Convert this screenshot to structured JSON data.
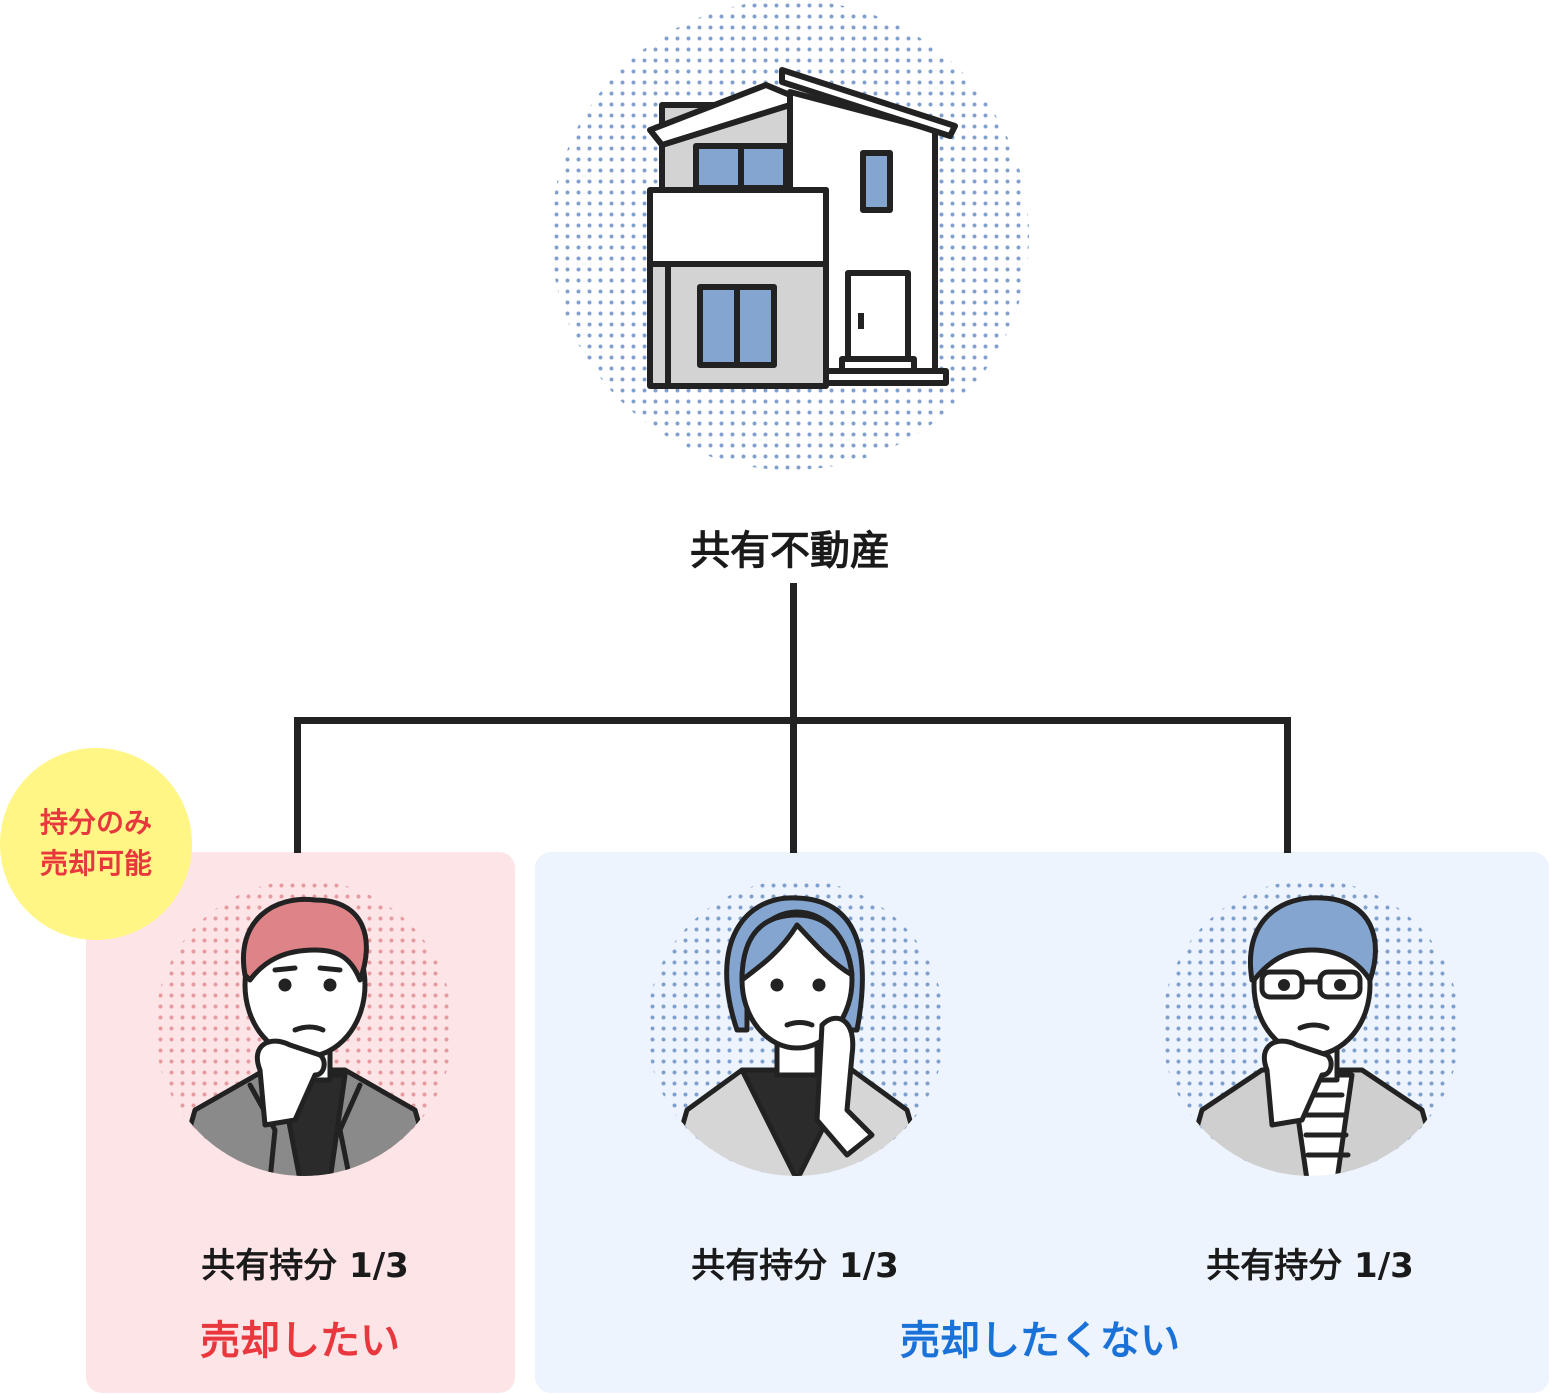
{
  "diagram": {
    "title": "共有不動産",
    "badge": {
      "line1": "持分のみ",
      "line2": "売却可能"
    },
    "owners": [
      {
        "share": "共有持分 1/3",
        "group": "sell"
      },
      {
        "share": "共有持分 1/3",
        "group": "keep"
      },
      {
        "share": "共有持分 1/3",
        "group": "keep"
      }
    ],
    "groups": {
      "sell": {
        "label": "売却したい",
        "color": "#e8383d"
      },
      "keep": {
        "label": "売却したくない",
        "color": "#1a72d9"
      }
    }
  },
  "icons": [
    "house-illustration",
    "man-thinking-illustration",
    "woman-thinking-illustration",
    "man-glasses-thinking-illustration"
  ],
  "colors": {
    "accent_blue": "#7f9fcc",
    "accent_red": "#e59a9f",
    "badge_yellow": "#fff685"
  }
}
